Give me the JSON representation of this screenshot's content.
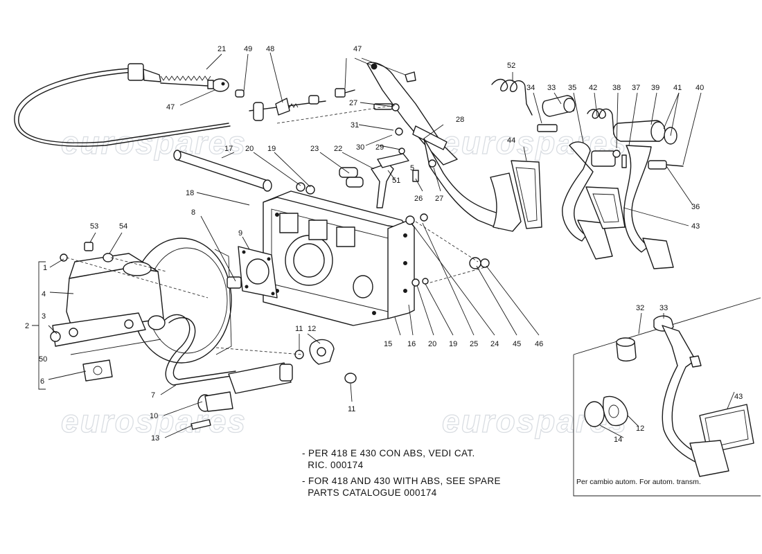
{
  "watermark": "eurospares",
  "notes": {
    "it": [
      "- PER 418 E 430 CON ABS, VEDI CAT.",
      "  RIC. 000174"
    ],
    "en": [
      "- FOR 418 AND 430 WITH ABS, SEE SPARE",
      "  PARTS CATALOGUE 000174"
    ]
  },
  "inset_caption": "Per cambio autom. For autom. transm.",
  "part_numbers": {
    "p1": "1",
    "p2": "2",
    "p3": "3",
    "p4": "4",
    "p6": "6",
    "p7": "7",
    "p8": "8",
    "p9": "9",
    "p10": "10",
    "p11a": "11",
    "p11b": "11",
    "p12": "12",
    "p13": "13",
    "p15": "15",
    "p16": "16",
    "p17": "17",
    "p18": "18",
    "p19a": "19",
    "p19b": "19",
    "p20a": "20",
    "p20b": "20",
    "p21": "21",
    "p22": "22",
    "p23": "23",
    "p24": "24",
    "p25": "25",
    "p26": "26",
    "p27a": "27",
    "p27b": "27",
    "p28": "28",
    "p29": "29",
    "p30": "30",
    "p31": "31",
    "p33": "33",
    "p34": "34",
    "p35": "35",
    "p36": "36",
    "p37": "37",
    "p38": "38",
    "p39": "39",
    "p40": "40",
    "p41": "41",
    "p42": "42",
    "p43": "43",
    "p44": "44",
    "p45": "45",
    "p46": "46",
    "p47a": "47",
    "p47b": "47",
    "p48": "48",
    "p49": "49",
    "p50": "50",
    "p51": "51",
    "p52": "52",
    "p53": "53",
    "p54": "54",
    "p5": "5",
    "i32": "32",
    "i33": "33",
    "i43": "43",
    "i12": "12",
    "i14": "14"
  }
}
